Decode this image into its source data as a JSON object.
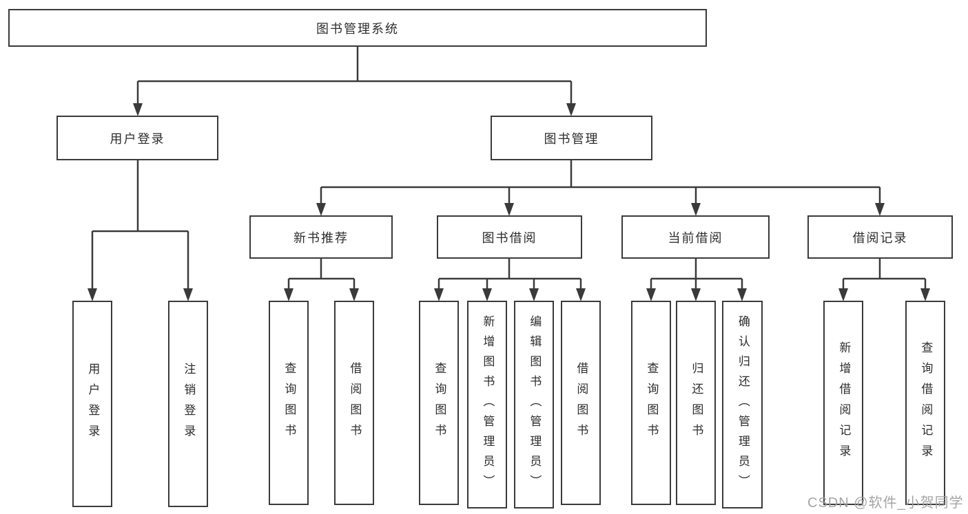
{
  "diagram": {
    "kind": "function-structure-tree",
    "title": "图书管理系统"
  },
  "tree": {
    "label": "图书管理系统",
    "children": [
      {
        "label": "用户登录",
        "children": [
          {
            "label": "用户登录"
          },
          {
            "label": "注销登录"
          }
        ]
      },
      {
        "label": "图书管理",
        "children": [
          {
            "label": "新书推荐",
            "children": [
              {
                "label": "查询图书"
              },
              {
                "label": "借阅图书"
              }
            ]
          },
          {
            "label": "图书借阅",
            "children": [
              {
                "label": "查询图书"
              },
              {
                "label": "新增图书（管理员）"
              },
              {
                "label": "编辑图书（管理员）"
              },
              {
                "label": "借阅图书"
              }
            ]
          },
          {
            "label": "当前借阅",
            "children": [
              {
                "label": "查询图书"
              },
              {
                "label": "归还图书"
              },
              {
                "label": "确认归还（管理员）"
              }
            ]
          },
          {
            "label": "借阅记录",
            "children": [
              {
                "label": "新增借阅记录"
              },
              {
                "label": "查询借阅记录"
              }
            ]
          }
        ]
      }
    ]
  },
  "watermark": {
    "text": "CSDN @软件_小贺同学"
  },
  "colors": {
    "line": "#3a3a3a",
    "text": "#2d2d2d",
    "background": "#ffffff",
    "watermark": "#a0a0a0"
  }
}
